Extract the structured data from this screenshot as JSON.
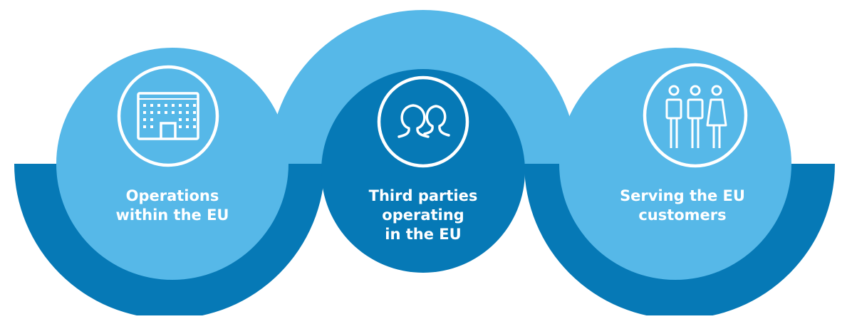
{
  "colors": {
    "light_blue": "#56B8E8",
    "dark_blue": "#0679B6",
    "white": "#FFFFFF",
    "background": "#FFFFFF"
  },
  "items": [
    {
      "icon": "office-building-icon",
      "lines": [
        "Operations",
        "within the EU"
      ]
    },
    {
      "icon": "people-group-icon",
      "lines": [
        "Third parties",
        "operating",
        "in the EU"
      ]
    },
    {
      "icon": "customers-icon",
      "lines": [
        "Serving the EU",
        "customers"
      ]
    }
  ]
}
